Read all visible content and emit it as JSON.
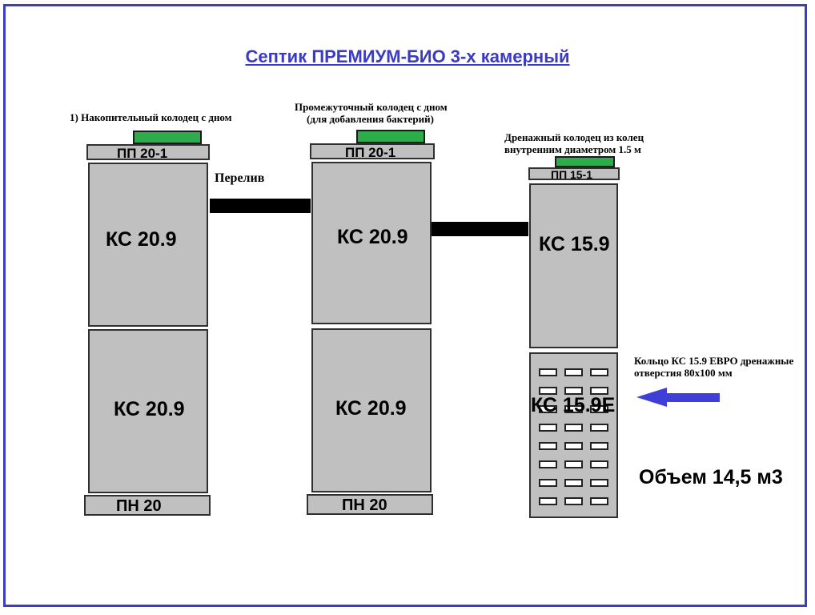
{
  "title": "Септик ПРЕМИУМ-БИО 3-х камерный",
  "notes": {
    "well1": "1) Накопительный колодец с дном",
    "well2_line1": "Промежуточный колодец с дном",
    "well2_line2": "(для добавления бактерий)",
    "well3_line1": "Дренажный колодец из колец",
    "well3_line2": "внутренним диаметром 1.5 м",
    "overflow": "Перелив",
    "euro_ring_line1": "Кольцо КС 15.9 ЕВРО дренажные",
    "euro_ring_line2": "отверстия 80х100 мм",
    "volume": "Объем 14,5 м3"
  },
  "wells": [
    {
      "cover": "ПП 20-1",
      "ring_top": "КС 20.9",
      "ring_bottom": "КС 20.9",
      "base": "ПН 20"
    },
    {
      "cover": "ПП 20-1",
      "ring_top": "КС 20.9",
      "ring_bottom": "КС 20.9",
      "base": "ПН 20"
    },
    {
      "cover": "ПП 15-1",
      "ring_top": "КС 15.9",
      "ring_bottom": "КС 15.9Е"
    }
  ],
  "colors": {
    "frame": "#3c3ec2",
    "title": "#3a3ac4",
    "concrete": "#c0c0c0",
    "hatch": "#2cac4a",
    "arrow": "#3f3fd8"
  }
}
